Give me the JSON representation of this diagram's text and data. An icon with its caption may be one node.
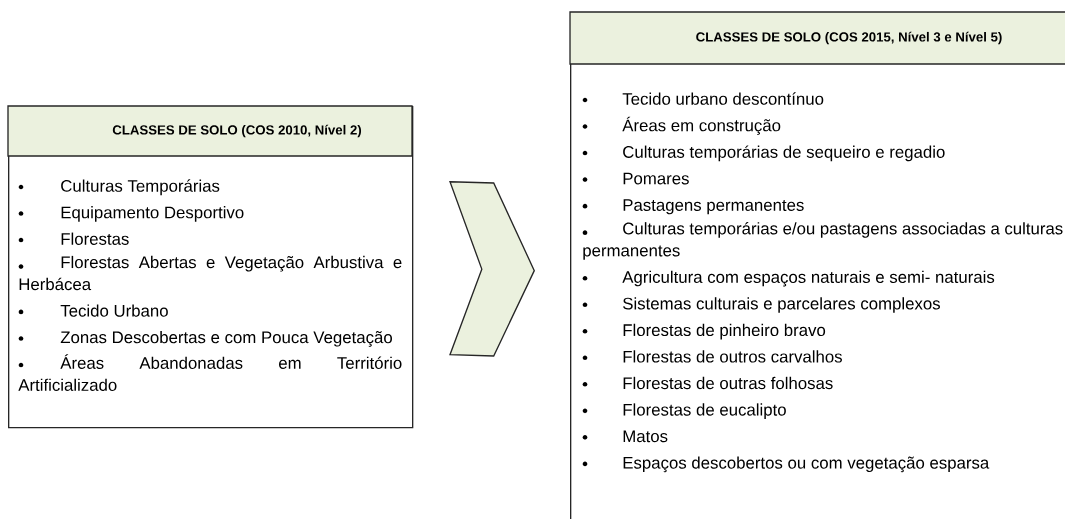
{
  "diagram": {
    "nodes": [
      {
        "text": [
          "CLASSES DE SOLO (COS 2010, Nível 2)",
          "Culturas Temporárias",
          "Equipamento Desportivo",
          "Florestas",
          "Florestas Abertas e Vegetação Arbustiva e Herbácea",
          "Tecido Urbano",
          "Zonas Descobertas e com Pouca Vegetação",
          "Áreas Abandonadas em Território Artificializado"
        ]
      },
      {
        "text": [
          "CLASSES DE SOLO (COS 2015, Nível 3 e Nível 5)",
          "Tecido urbano descontínuo",
          "Áreas em construção",
          "Culturas temporárias de sequeiro e regadio",
          "Pomares",
          "Pastagens permanentes",
          "Culturas temporárias e/ou pastagens associadas a culturas permanentes",
          "Agricultura com espaços naturais e semi- naturais",
          "Sistemas culturais e parcelares complexos",
          "Florestas de pinheiro bravo",
          "Florestas de outros carvalhos",
          "Florestas de outras folhosas",
          "Florestas de eucalipto",
          "Matos",
          "Espaços descobertos ou com vegetação esparsa"
        ]
      }
    ],
    "edges": [
      {
        "from": 0,
        "to": 1,
        "arrow": "to"
      }
    ]
  }
}
